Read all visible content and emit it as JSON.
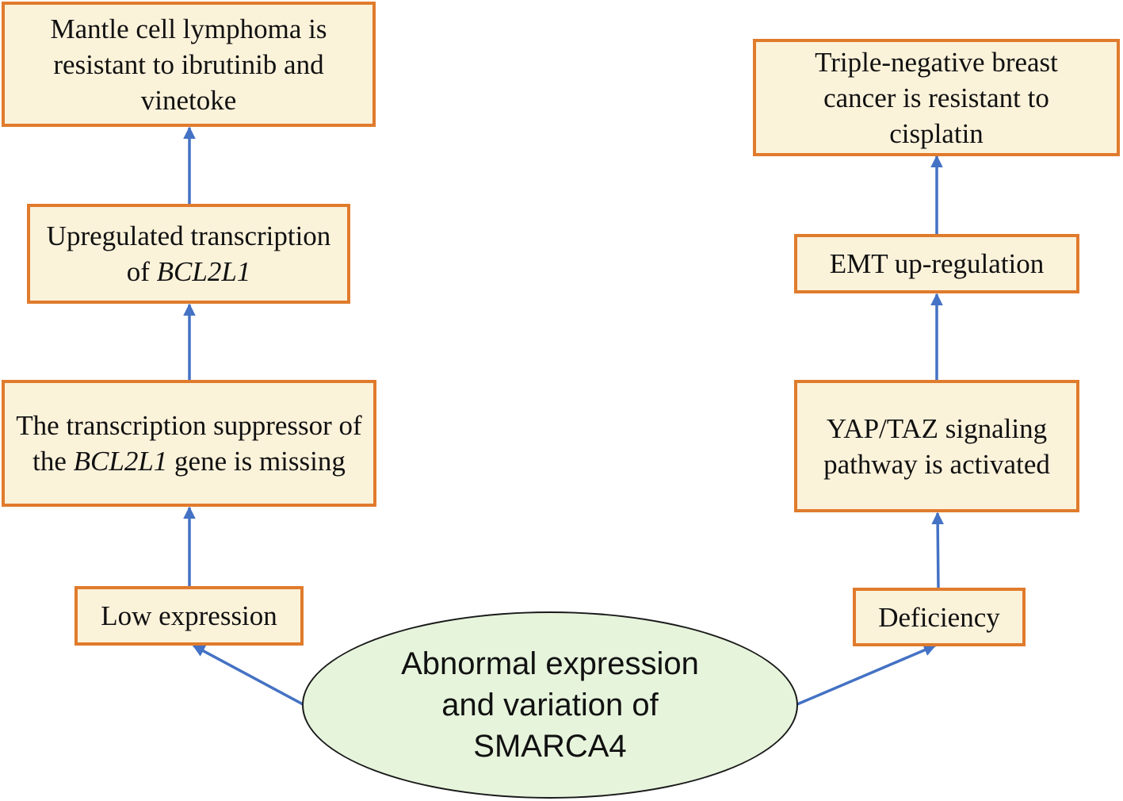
{
  "center": {
    "text": "Abnormal expression and variation of SMARCA4"
  },
  "left_path": {
    "low_expression": "Low expression",
    "suppressor_missing": {
      "before": "The transcription suppressor of the ",
      "gene": "BCL2L1",
      "after": " gene is missing"
    },
    "upregulated": {
      "before": "Upregulated transcription of ",
      "gene": "BCL2L1"
    },
    "outcome": "Mantle cell lymphoma is resistant to ibrutinib and vinetoke"
  },
  "right_path": {
    "deficiency": "Deficiency",
    "yap_taz": "YAP/TAZ signaling pathway is activated",
    "emt": "EMT up-regulation",
    "outcome": "Triple-negative breast cancer is resistant to cisplatin"
  },
  "colors": {
    "arrow": "#4472c4",
    "box_border": "#e07b2c",
    "box_fill": "#fbf2da",
    "ellipse_fill": "#e6f4dc"
  }
}
